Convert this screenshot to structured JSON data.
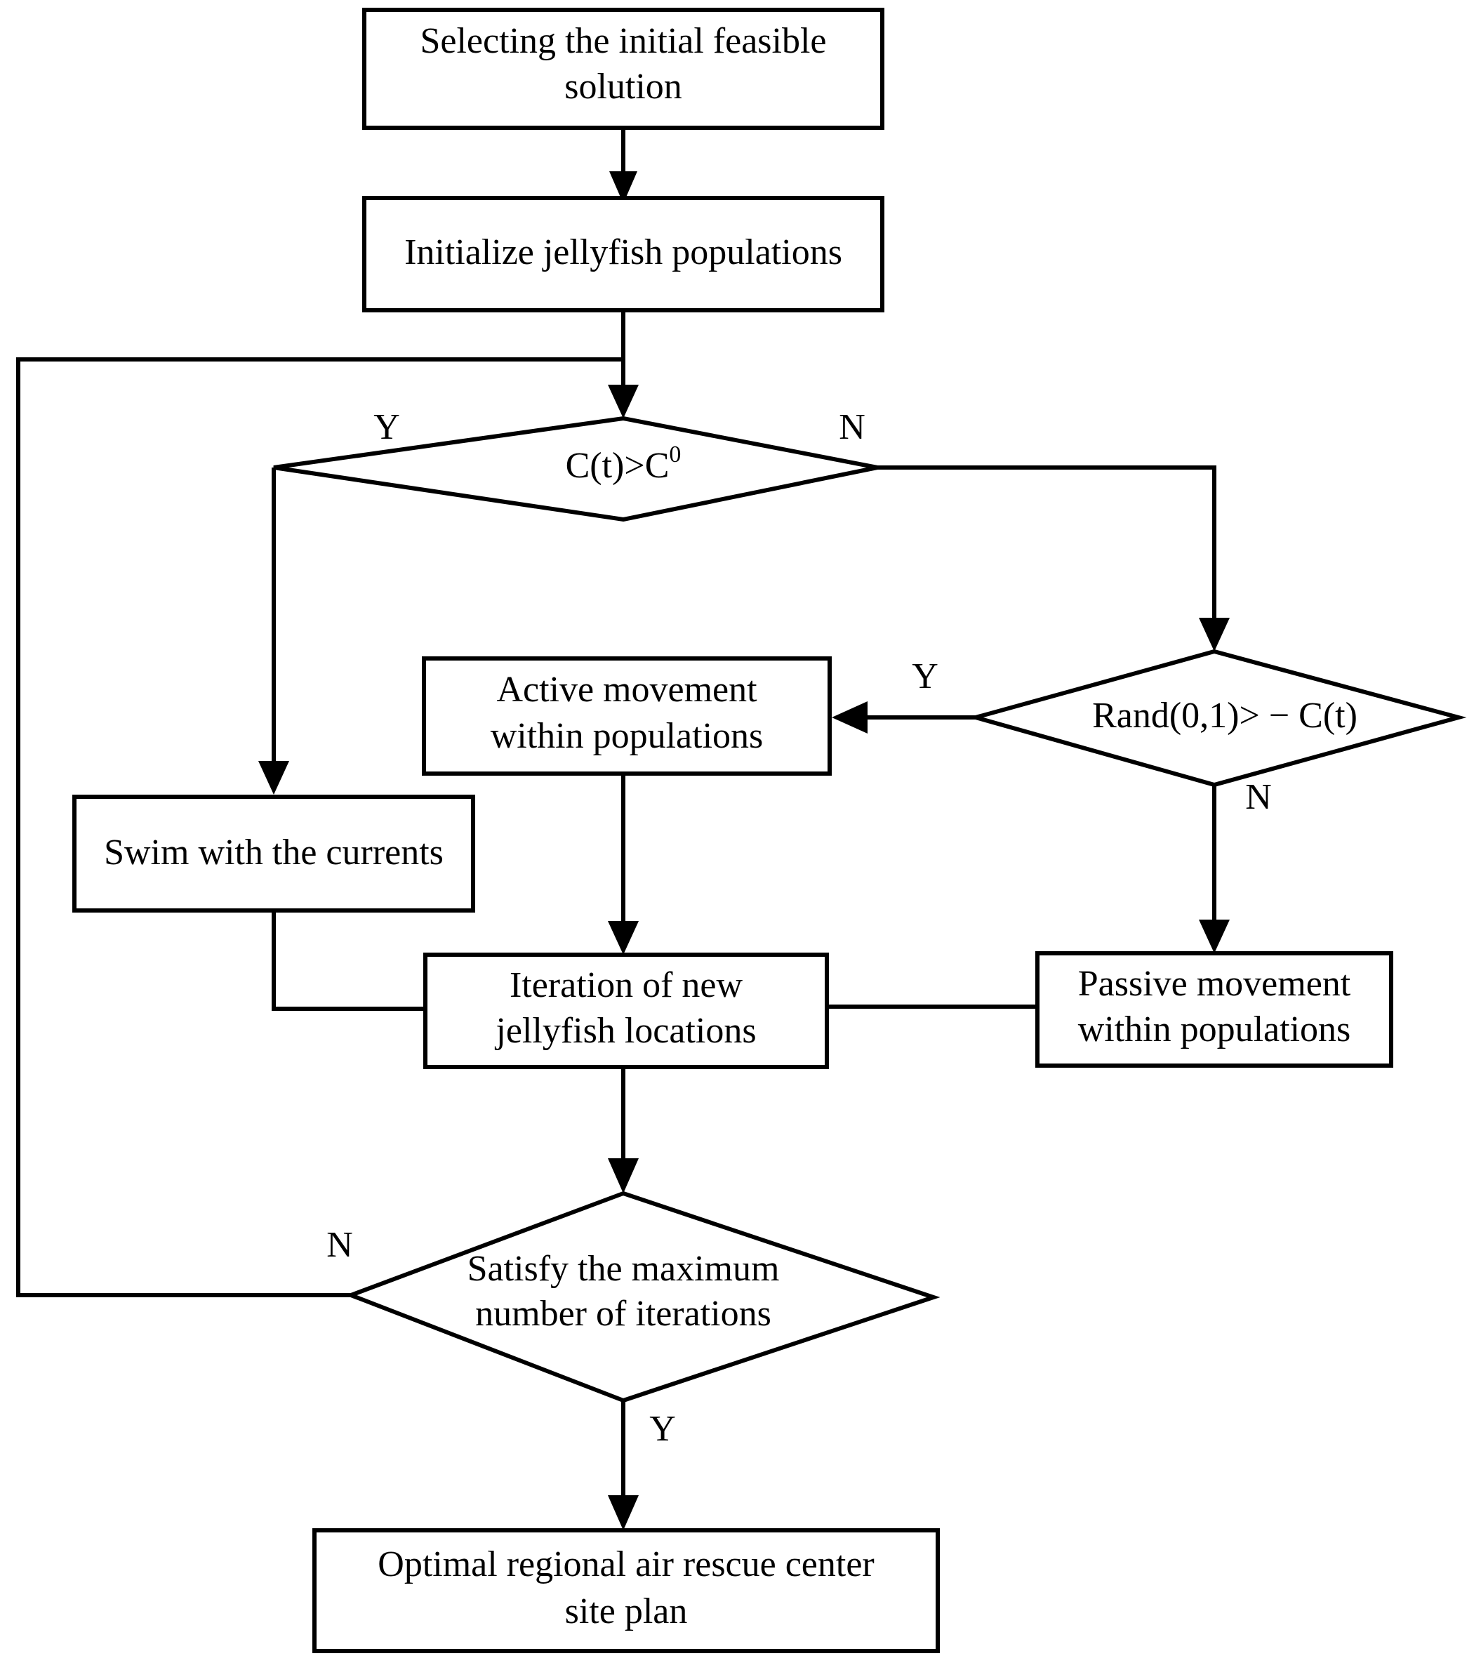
{
  "diagram": {
    "type": "flowchart",
    "title": "Jellyfish search algorithm flow for regional air rescue center siting",
    "background_color": "#ffffff",
    "line_color": "#000000",
    "shape_fill": "#ffffff"
  },
  "nodes": {
    "start": {
      "shape": "rectangle",
      "line1": "Selecting the initial feasible",
      "line2": "solution"
    },
    "init": {
      "shape": "rectangle",
      "line1": "Initialize jellyfish populations"
    },
    "decision_ct": {
      "shape": "diamond",
      "text_main": "C(t)>C",
      "text_sup": "0"
    },
    "decision_rand": {
      "shape": "diamond",
      "line1": "Rand(0,1)> − C(t)"
    },
    "active": {
      "shape": "rectangle",
      "line1": "Active movement",
      "line2": "within populations"
    },
    "swim": {
      "shape": "rectangle",
      "line1": "Swim with the currents"
    },
    "iteration": {
      "shape": "rectangle",
      "line1": "Iteration of new",
      "line2": "jellyfish locations"
    },
    "passive": {
      "shape": "rectangle",
      "line1": "Passive movement",
      "line2": "within populations"
    },
    "decision_max": {
      "shape": "diamond",
      "line1": "Satisfy the maximum",
      "line2": "number of iterations"
    },
    "result": {
      "shape": "rectangle",
      "line1": "Optimal regional air rescue center",
      "line2": "site plan"
    }
  },
  "branch_labels": {
    "ct_yes": "Y",
    "ct_no": "N",
    "rand_yes": "Y",
    "rand_no": "N",
    "max_no": "N",
    "max_yes": "Y"
  },
  "edges": [
    {
      "from": "start",
      "to": "init",
      "label": ""
    },
    {
      "from": "init",
      "to": "decision_ct",
      "label": ""
    },
    {
      "from": "decision_ct",
      "to": "swim",
      "label": "Y"
    },
    {
      "from": "decision_ct",
      "to": "decision_rand",
      "label": "N"
    },
    {
      "from": "decision_rand",
      "to": "active",
      "label": "Y"
    },
    {
      "from": "decision_rand",
      "to": "passive",
      "label": "N"
    },
    {
      "from": "active",
      "to": "iteration",
      "label": ""
    },
    {
      "from": "swim",
      "to": "iteration",
      "label": ""
    },
    {
      "from": "passive",
      "to": "iteration",
      "label": ""
    },
    {
      "from": "iteration",
      "to": "decision_max",
      "label": ""
    },
    {
      "from": "decision_max",
      "to": "init",
      "label": "N"
    },
    {
      "from": "decision_max",
      "to": "result",
      "label": "Y"
    }
  ]
}
